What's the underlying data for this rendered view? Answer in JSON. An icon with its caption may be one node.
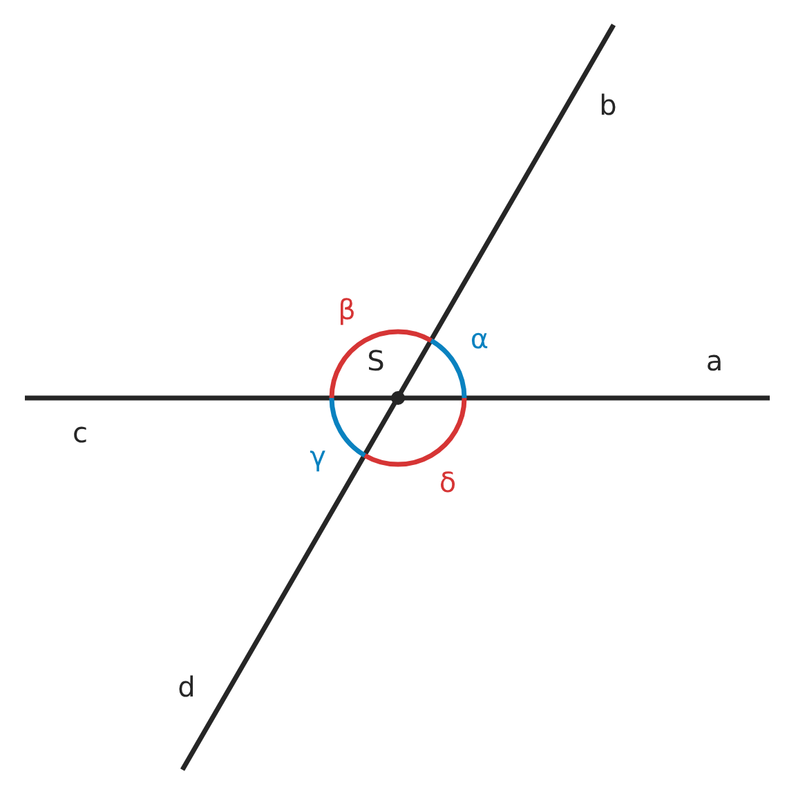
{
  "diagram": {
    "labels": [
      "b",
      "β",
      "α",
      "S",
      "a",
      "c",
      "γ",
      "δ",
      "d"
    ]
  }
}
